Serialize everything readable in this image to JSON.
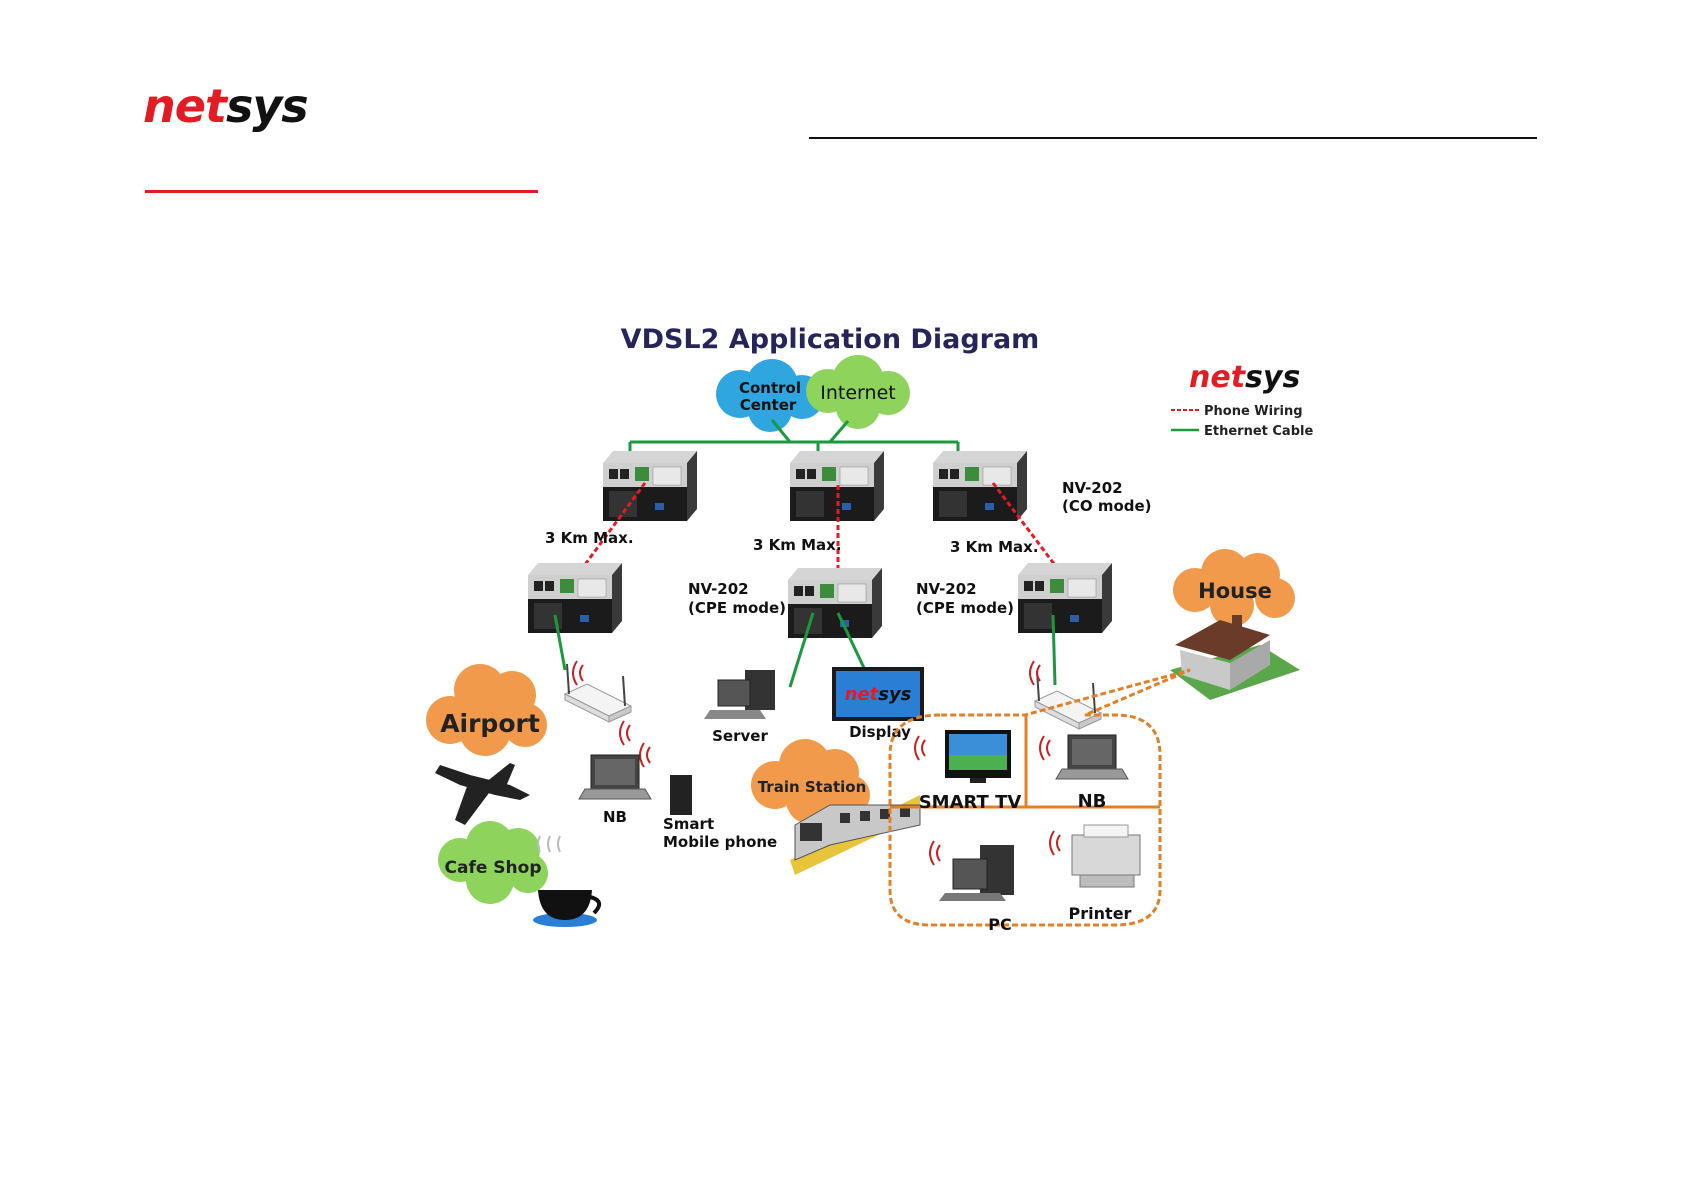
{
  "header": {
    "logo_net": "net",
    "logo_sys": "sys"
  },
  "diagram": {
    "title": "VDSL2 Application Diagram",
    "logo_net": "net",
    "logo_sys": "sys",
    "legend": {
      "phone_wiring": "Phone Wiring",
      "ethernet_cable": "Ethernet Cable"
    },
    "clouds": {
      "control_center_line1": "Control",
      "control_center_line2": "Center",
      "internet": "Internet",
      "house": "House",
      "airport": "Airport",
      "train_station": "Train Station",
      "cafe_shop": "Cafe Shop"
    },
    "labels": {
      "co_model": "NV-202",
      "co_mode": "(CO mode)",
      "cpe_model_1": "NV-202",
      "cpe_mode_1": "(CPE mode)",
      "cpe_model_2": "NV-202",
      "cpe_mode_2": "(CPE mode)",
      "distance_1": "3 Km Max.",
      "distance_2": "3 Km Max.",
      "distance_3": "3 Km Max.",
      "server": "Server",
      "display": "Display",
      "display_logo_net": "net",
      "display_logo_sys": "sys",
      "nb_left": "NB",
      "smart_line1": "Smart",
      "smart_line2": "Mobile phone",
      "smart_tv": "SMART TV",
      "nb_house": "NB",
      "pc": "PC",
      "printer": "Printer"
    },
    "colors": {
      "title": "#27245a",
      "phone_wiring": "#e31b23",
      "ethernet": "#1a9a3c",
      "blue_cloud": "#2fa6df",
      "green_cloud": "#8ed35b",
      "orange_cloud": "#f29a4c",
      "house_border": "#e0812a"
    }
  }
}
